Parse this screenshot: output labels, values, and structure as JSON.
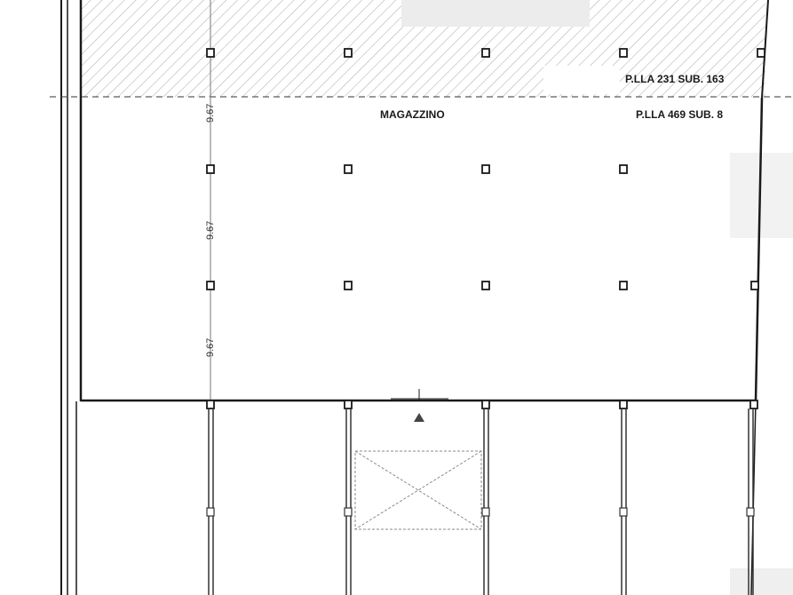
{
  "labels": {
    "room": "MAGAZZINO",
    "parcel_upper": "P.LLA 231 SUB. 163",
    "parcel_lower": "P.LLA 469 SUB. 8"
  },
  "dimensions": [
    "9.67",
    "9.67",
    "9.67"
  ],
  "colors": {
    "line": "#1a1a1a",
    "hatch": "#9a9a9a",
    "mask": "#efefef"
  }
}
